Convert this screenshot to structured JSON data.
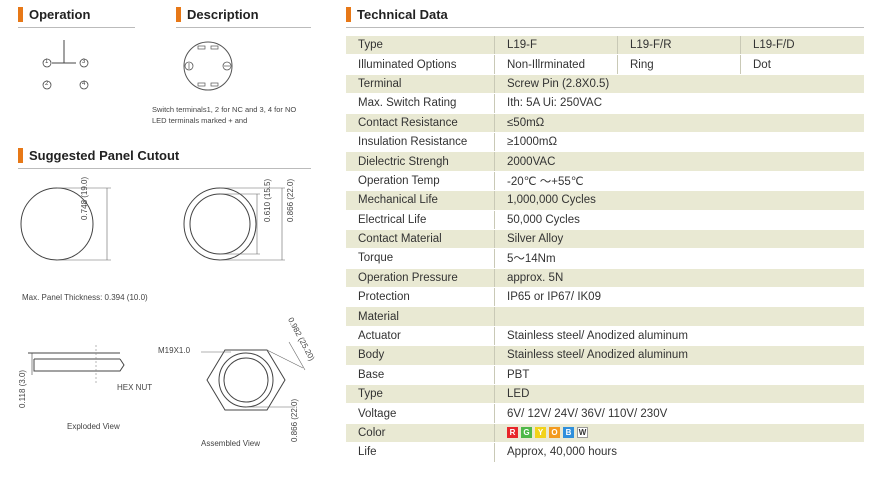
{
  "sections": {
    "operation": "Operation",
    "description": "Description",
    "cutout": "Suggested Panel Cutout",
    "technical": "Technical Data"
  },
  "operation": {
    "t1": "1",
    "t2": "2",
    "t3": "3",
    "t4": "4"
  },
  "description": {
    "line1": "Switch terminals1, 2 for NC and 3, 4 for NO",
    "line2": "LED terminals marked + and"
  },
  "cutout": {
    "dim_a": "0.748 (19.0)",
    "dim_b": "0.610 (15.5)",
    "dim_c": "0.866 (22.0)",
    "thickness": "Max. Panel Thickness: 0.394 (10.0)"
  },
  "views": {
    "nut_dim": "0.118 (3.0)",
    "hex_nut": "HEX NUT",
    "exploded": "Exploded View",
    "thread": "M19X1.0",
    "diag": "0.982 (25.20)",
    "height": "0.866 (22.0)",
    "assembled": "Assembled View"
  },
  "table": {
    "header": [
      "Type",
      "L19-F",
      "L19-F/R",
      "L19-F/D"
    ],
    "row2": [
      "Illuminated Options",
      "Non-Illrminated",
      "Ring",
      "Dot"
    ],
    "rows": [
      [
        "Terminal",
        "Screw Pin (2.8X0.5)"
      ],
      [
        "Max. Switch Rating",
        "Ith: 5A  Ui: 250VAC"
      ],
      [
        "Contact Resistance",
        "≤50mΩ"
      ],
      [
        "Insulation Resistance",
        "≥1000mΩ"
      ],
      [
        "Dielectric Strengh",
        "2000VAC"
      ],
      [
        "Operation Temp",
        "-20℃  ～+55℃"
      ],
      [
        "Mechanical Life",
        "1,000,000 Cycles"
      ],
      [
        "Electrical Life",
        "50,000 Cycles"
      ],
      [
        "Contact Material",
        "Silver Alloy"
      ],
      [
        "Torque",
        "5～14Nm"
      ],
      [
        "Operation Pressure",
        "approx. 5N"
      ],
      [
        "Protection",
        "IP65 or IP67/ IK09"
      ],
      [
        "Material",
        ""
      ],
      [
        "Actuator",
        "Stainless steel/ Anodized aluminum"
      ],
      [
        "Body",
        "Stainless steel/ Anodized aluminum"
      ],
      [
        "Base",
        "PBT"
      ],
      [
        "Type",
        "LED"
      ],
      [
        "Voltage",
        "6V/ 12V/ 24V/ 36V/ 110V/ 230V"
      ]
    ],
    "color_label": "Color",
    "life": [
      "Life",
      "Approx, 40,000 hours"
    ]
  },
  "colors": [
    {
      "letter": "R",
      "hex": "#e8262a"
    },
    {
      "letter": "G",
      "hex": "#4fb848"
    },
    {
      "letter": "Y",
      "hex": "#f2d21a"
    },
    {
      "letter": "O",
      "hex": "#f39a1e"
    },
    {
      "letter": "B",
      "hex": "#2f8fdc"
    },
    {
      "letter": "W",
      "hex": "#ffffff"
    }
  ],
  "accent": "#e77817"
}
